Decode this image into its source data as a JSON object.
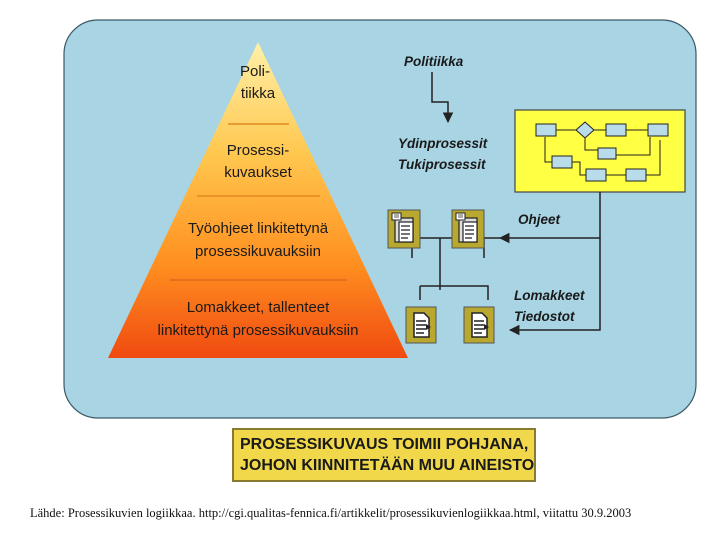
{
  "pyramid": {
    "level1": [
      "Poli-",
      "tiikka"
    ],
    "level2": [
      "Prosessi-",
      "kuvaukset"
    ],
    "level3": [
      "Työohjeet linkitettynä",
      "prosessikuvauksiin"
    ],
    "level4": [
      "Lomakkeet, tallenteet",
      "linkitettynä prosessikuvauksiin"
    ]
  },
  "side_labels": {
    "politiikka": "Politiikka",
    "ydinprosessit": "Ydinprosessit",
    "tukiprosessit": "Tukiprosessit",
    "ohjeet": "Ohjeet",
    "lomakkeet": "Lomakkeet",
    "tiedostot": "Tiedostot"
  },
  "banner": {
    "line1": "PROSESSIKUVAUS TOIMII POHJANA,",
    "line2": "JOHON KIINNITETÄÄN MUU AINEISTO"
  },
  "source": "Lähde: Prosessikuvien logiikkaa. http://cgi.qualitas-fennica.fi/artikkelit/prosessikuvienlogiikkaa.html, viitattu 30.9.2003",
  "colors": {
    "panel": "#a8d4e4",
    "flowchart_bg": "#ffff44",
    "icon_bg": "#b8a830",
    "banner_bg": "#f0d84a"
  },
  "icons": [
    "document-icon",
    "document-icon",
    "document-icon",
    "document-icon"
  ]
}
